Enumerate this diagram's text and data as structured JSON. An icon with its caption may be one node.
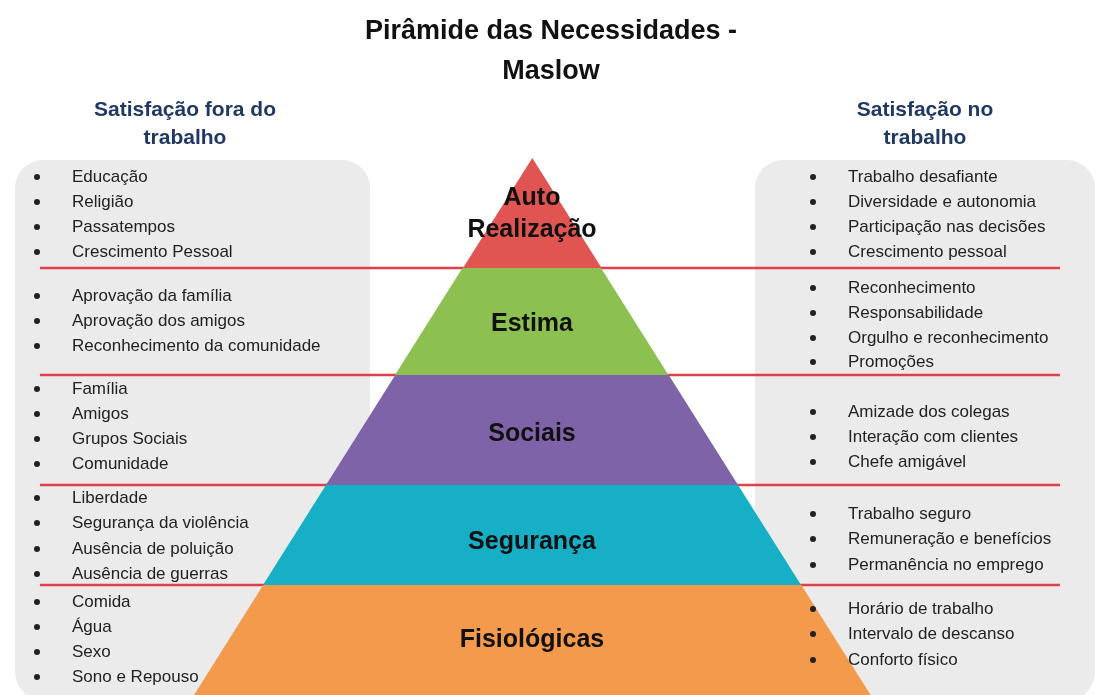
{
  "diagram": {
    "title": "Pirâmide das Necessidades - Maslow",
    "nodes": [
      {
        "text": [
          "Satisfação fora do trabalho",
          "Educação",
          "Religião",
          "Passatempos",
          "Crescimento Pessoal",
          "Aprovação da família",
          "Aprovação dos amigos",
          "Reconhecimento da comunidade",
          "Família",
          "Amigos",
          "Grupos Sociais",
          "Comunidade",
          "Liberdade",
          "Segurança da violência",
          "Ausência de poluição",
          "Ausência de guerras",
          "Comida",
          "Água",
          "Sexo",
          "Sono e Repouso"
        ]
      },
      {
        "text": [
          "Auto Realização"
        ]
      },
      {
        "text": [
          "Estima"
        ]
      },
      {
        "text": [
          "Sociais"
        ]
      },
      {
        "text": [
          "Segurança"
        ]
      },
      {
        "text": [
          "Fisiológicas"
        ]
      },
      {
        "text": [
          "Satisfação no trabalho",
          "Trabalho desafiante",
          "Diversidade e autonomia",
          "Participação nas decisões",
          "Crescimento pessoal",
          "Reconhecimento",
          "Responsabilidade",
          "Orgulho e reconhecimento",
          "Promoções",
          "Amizade dos colegas",
          "Interação com clientes",
          "Chefe amigável",
          "Trabalho seguro",
          "Remuneração e benefícios",
          "Permanência no emprego",
          "Horário de trabalho",
          "Intervalo de descanso",
          "Conforto físico"
        ]
      }
    ]
  }
}
